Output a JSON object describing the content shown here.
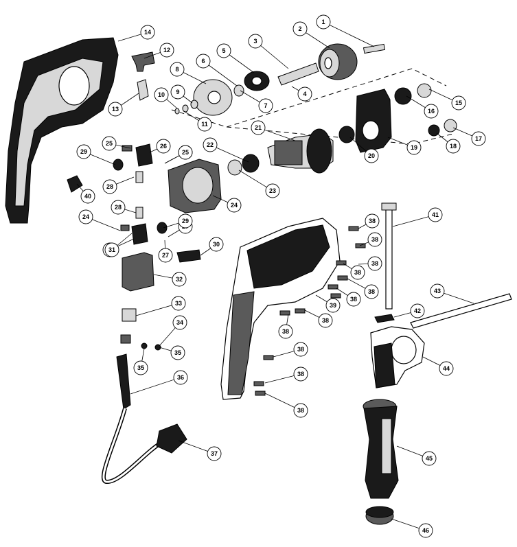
{
  "diagram": {
    "type": "exploded-parts-view",
    "callout_labels": [
      "1",
      "2",
      "3",
      "4",
      "5",
      "6",
      "7",
      "8",
      "9",
      "10",
      "11",
      "12",
      "13",
      "14",
      "15",
      "16",
      "17",
      "18",
      "19",
      "20",
      "21",
      "22",
      "23",
      "24",
      "25",
      "26",
      "27",
      "28",
      "29",
      "30",
      "31",
      "32",
      "33",
      "34",
      "35",
      "36",
      "37",
      "38",
      "39",
      "40",
      "41",
      "42",
      "43",
      "44",
      "45",
      "46"
    ]
  }
}
